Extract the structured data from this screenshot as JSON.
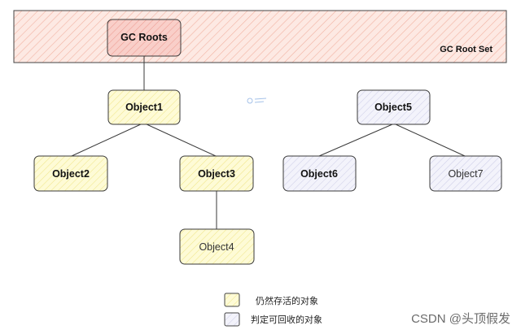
{
  "root_set": {
    "label": "GC Root Set",
    "fill": "#fde3dc",
    "hatch": "#f3b3a4"
  },
  "nodes": {
    "gc_roots": {
      "label": "GC Roots"
    },
    "object1": {
      "label": "Object1"
    },
    "object2": {
      "label": "Object2"
    },
    "object3": {
      "label": "Object3"
    },
    "object4": {
      "label": "Object4"
    },
    "object5": {
      "label": "Object5"
    },
    "object6": {
      "label": "Object6"
    },
    "object7": {
      "label": "Object7"
    }
  },
  "colors": {
    "gc_roots_fill": "#f8c9c3",
    "alive_fill": "#fdf9c8",
    "alive_hatch": "#f1e98a",
    "recyclable_fill": "#eeeef8",
    "recyclable_hatch": "#c9c9e6"
  },
  "legend": {
    "alive": "仍然存活的对象",
    "recyclable": "判定可回收的对象"
  },
  "watermark": "CSDN @头顶假发"
}
